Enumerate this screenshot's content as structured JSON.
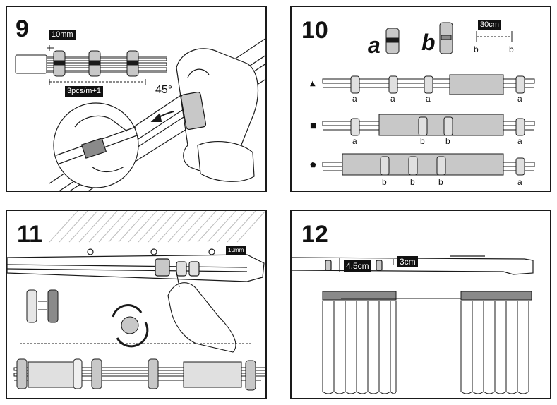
{
  "panels": [
    {
      "step": "9",
      "labels": {
        "gap": "10mm",
        "spacing": "3pcs/m+1",
        "angle": "45°"
      }
    },
    {
      "step": "10",
      "legend": {
        "a": "a",
        "b": "b",
        "distance": "30cm"
      },
      "rows": [
        {
          "marker": "▲",
          "bottom_labels": [
            "a",
            "a",
            "a",
            "a"
          ]
        },
        {
          "marker": "■",
          "bottom_labels": [
            "a",
            "b",
            "b",
            "a"
          ]
        },
        {
          "marker": "⬟",
          "bottom_labels": [
            "b",
            "b",
            "b",
            "a"
          ]
        }
      ]
    },
    {
      "step": "11",
      "labels": {
        "gap": "10mm"
      }
    },
    {
      "step": "12",
      "labels": {
        "height": "4.5cm",
        "offset": "3cm"
      }
    }
  ],
  "colors": {
    "line": "#1a1a1a",
    "hardware": "#c8c8c8",
    "hardware_dark": "#8a8a8a",
    "tag_bg": "#111111"
  }
}
